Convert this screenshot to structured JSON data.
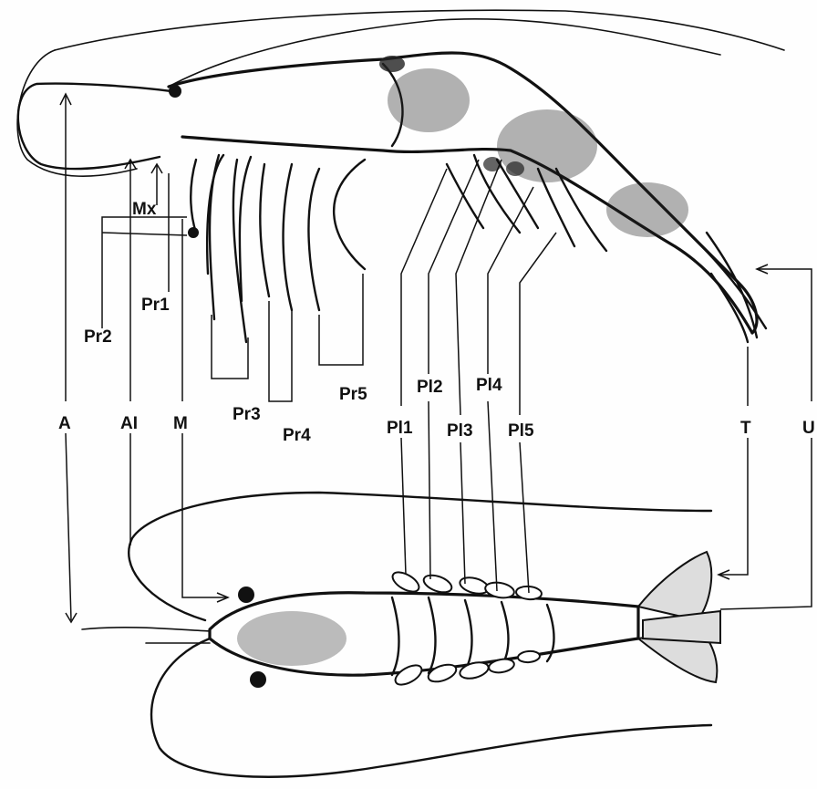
{
  "labels": {
    "A": "A",
    "AI": "AI",
    "M": "M",
    "Mx": "Mx",
    "Pr1": "Pr1",
    "Pr2": "Pr2",
    "Pr3": "Pr3",
    "Pr4": "Pr4",
    "Pr5": "Pr5",
    "Pl1": "Pl1",
    "Pl2": "Pl2",
    "Pl3": "Pl3",
    "Pl4": "Pl4",
    "Pl5": "Pl5",
    "T": "T",
    "U": "U"
  }
}
